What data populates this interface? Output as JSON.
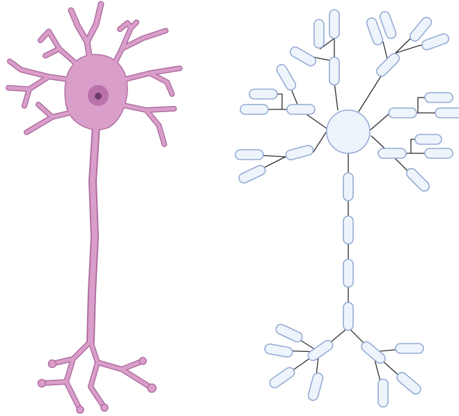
{
  "colors": {
    "neuron_fill": "#d99ec9",
    "neuron_outline": "#b06fa2",
    "nucleus": "#b46aa6",
    "nucleolus": "#6d3a6a",
    "node_fill": "#eef4fc",
    "node_stroke": "#94acd4",
    "connector": "#2a2a2a"
  },
  "panels": [
    {
      "name": "neuron-illustration",
      "type": "biological-neuron"
    },
    {
      "name": "neuron-schematic",
      "type": "tree-of-compartments"
    }
  ]
}
